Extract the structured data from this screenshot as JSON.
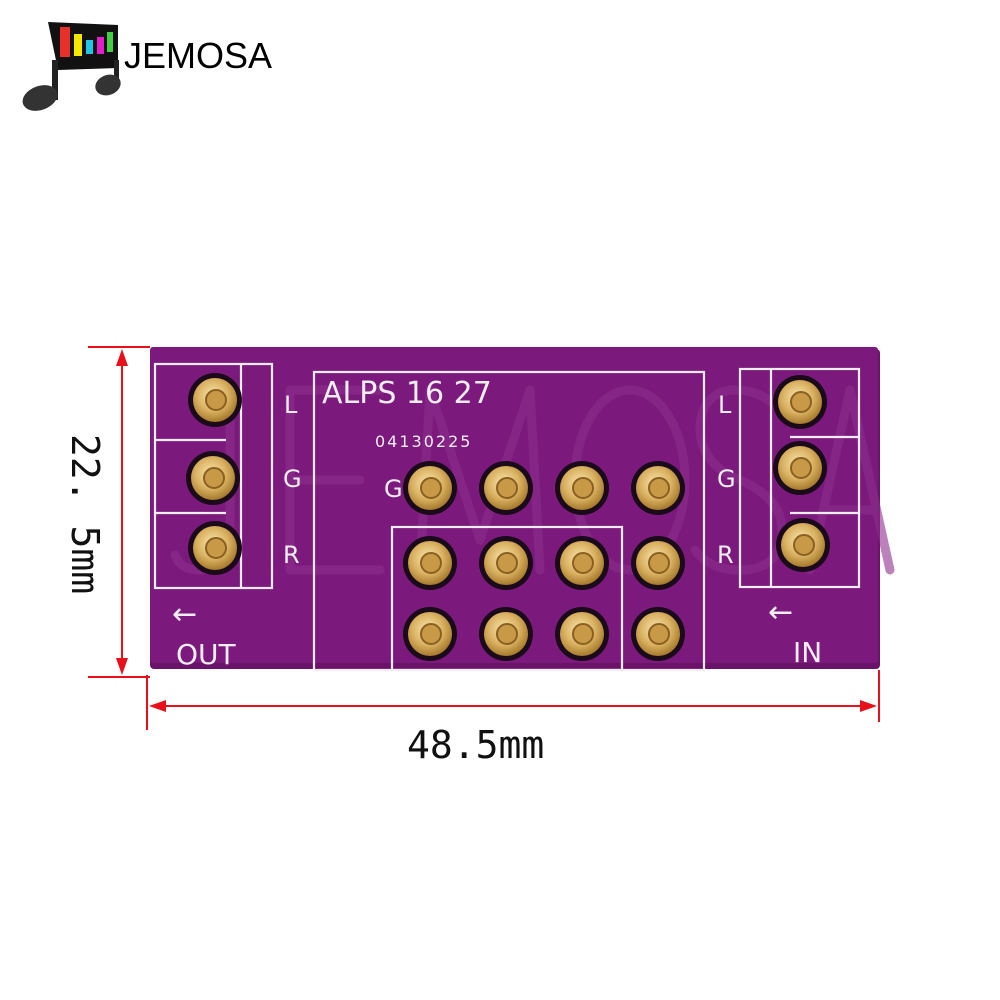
{
  "brand": {
    "name": "JEMOSA",
    "bar_colors": [
      "#e8302a",
      "#f5e600",
      "#1fc6e8",
      "#e020c8",
      "#40d040"
    ]
  },
  "board": {
    "color": "#7b1a7c",
    "title": "ALPS 16 27",
    "serial": "04130225",
    "left_labels": [
      "L",
      "G",
      "R"
    ],
    "right_labels": [
      "L",
      "G",
      "R"
    ],
    "center_label": "G",
    "out_label": "OUT",
    "in_label": "IN",
    "arrow_glyph": "←",
    "watermark": "JEMOSA"
  },
  "dimensions": {
    "height": "22. 5mm",
    "width": "48.5mm",
    "line_color": "#e8101a"
  }
}
